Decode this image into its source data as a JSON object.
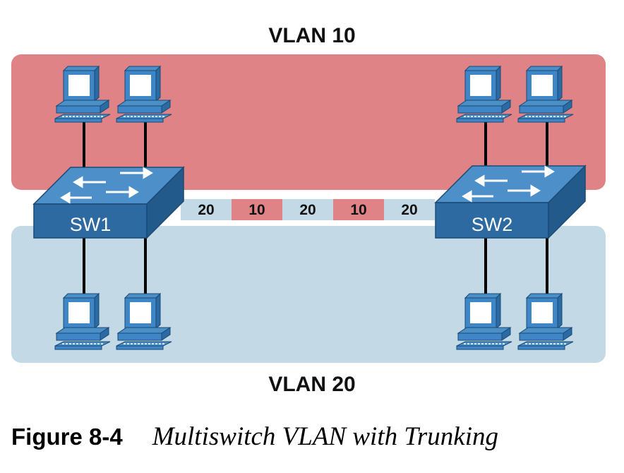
{
  "vlan_top": {
    "label": "VLAN 10",
    "color": "#df8387"
  },
  "vlan_bottom": {
    "label": "VLAN 20",
    "color": "#c3d9e6"
  },
  "switches": {
    "left": "SW1",
    "right": "SW2",
    "color": "#2e6aa2"
  },
  "trunk_frames": [
    "20",
    "10",
    "20",
    "10",
    "20"
  ],
  "figure": {
    "label": "Figure 8-4",
    "title": "Multiswitch VLAN with Trunking"
  },
  "icons": {
    "pc": "pc-icon",
    "switch": "switch-icon"
  }
}
